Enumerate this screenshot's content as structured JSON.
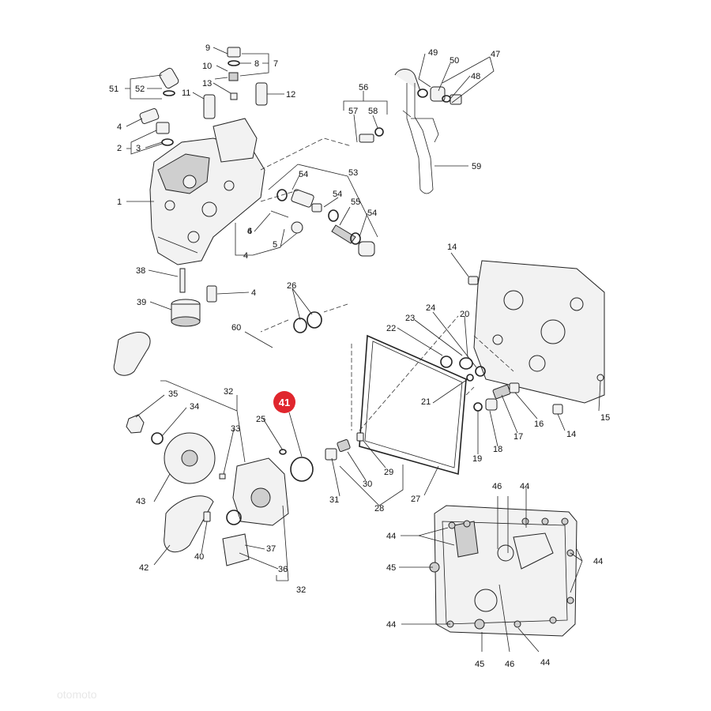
{
  "diagram": {
    "highlight": {
      "label": "41",
      "color": "#e0262d"
    },
    "callouts": {
      "c1": "1",
      "c2": "2",
      "c3": "3",
      "c4a": "4",
      "c4b": "4",
      "c4c": "4",
      "c4d": "4",
      "c5": "5",
      "c6": "6",
      "c7": "7",
      "c8": "8",
      "c9": "9",
      "c10": "10",
      "c11": "11",
      "c12": "12",
      "c13": "13",
      "c14a": "14",
      "c14b": "14",
      "c15": "15",
      "c16": "16",
      "c17": "17",
      "c18": "18",
      "c19": "19",
      "c20": "20",
      "c21": "21",
      "c22": "22",
      "c23": "23",
      "c24": "24",
      "c25": "25",
      "c26": "26",
      "c27": "27",
      "c28": "28",
      "c29": "29",
      "c30": "30",
      "c31": "31",
      "c32a": "32",
      "c32b": "32",
      "c33": "33",
      "c34": "34",
      "c35": "35",
      "c36": "36",
      "c37": "37",
      "c38": "38",
      "c39": "39",
      "c40": "40",
      "c42": "42",
      "c43": "43",
      "c44a": "44",
      "c44b": "44",
      "c44c": "44",
      "c44d": "44",
      "c44e": "44",
      "c45a": "45",
      "c45b": "45",
      "c46a": "46",
      "c46b": "46",
      "c47": "47",
      "c48": "48",
      "c49": "49",
      "c50": "50",
      "c51": "51",
      "c52": "52",
      "c53": "53",
      "c54a": "54",
      "c54b": "54",
      "c54c": "54",
      "c55": "55",
      "c56": "56",
      "c57": "57",
      "c58": "58",
      "c59": "59",
      "c60": "60"
    },
    "watermark": "otomoto"
  }
}
